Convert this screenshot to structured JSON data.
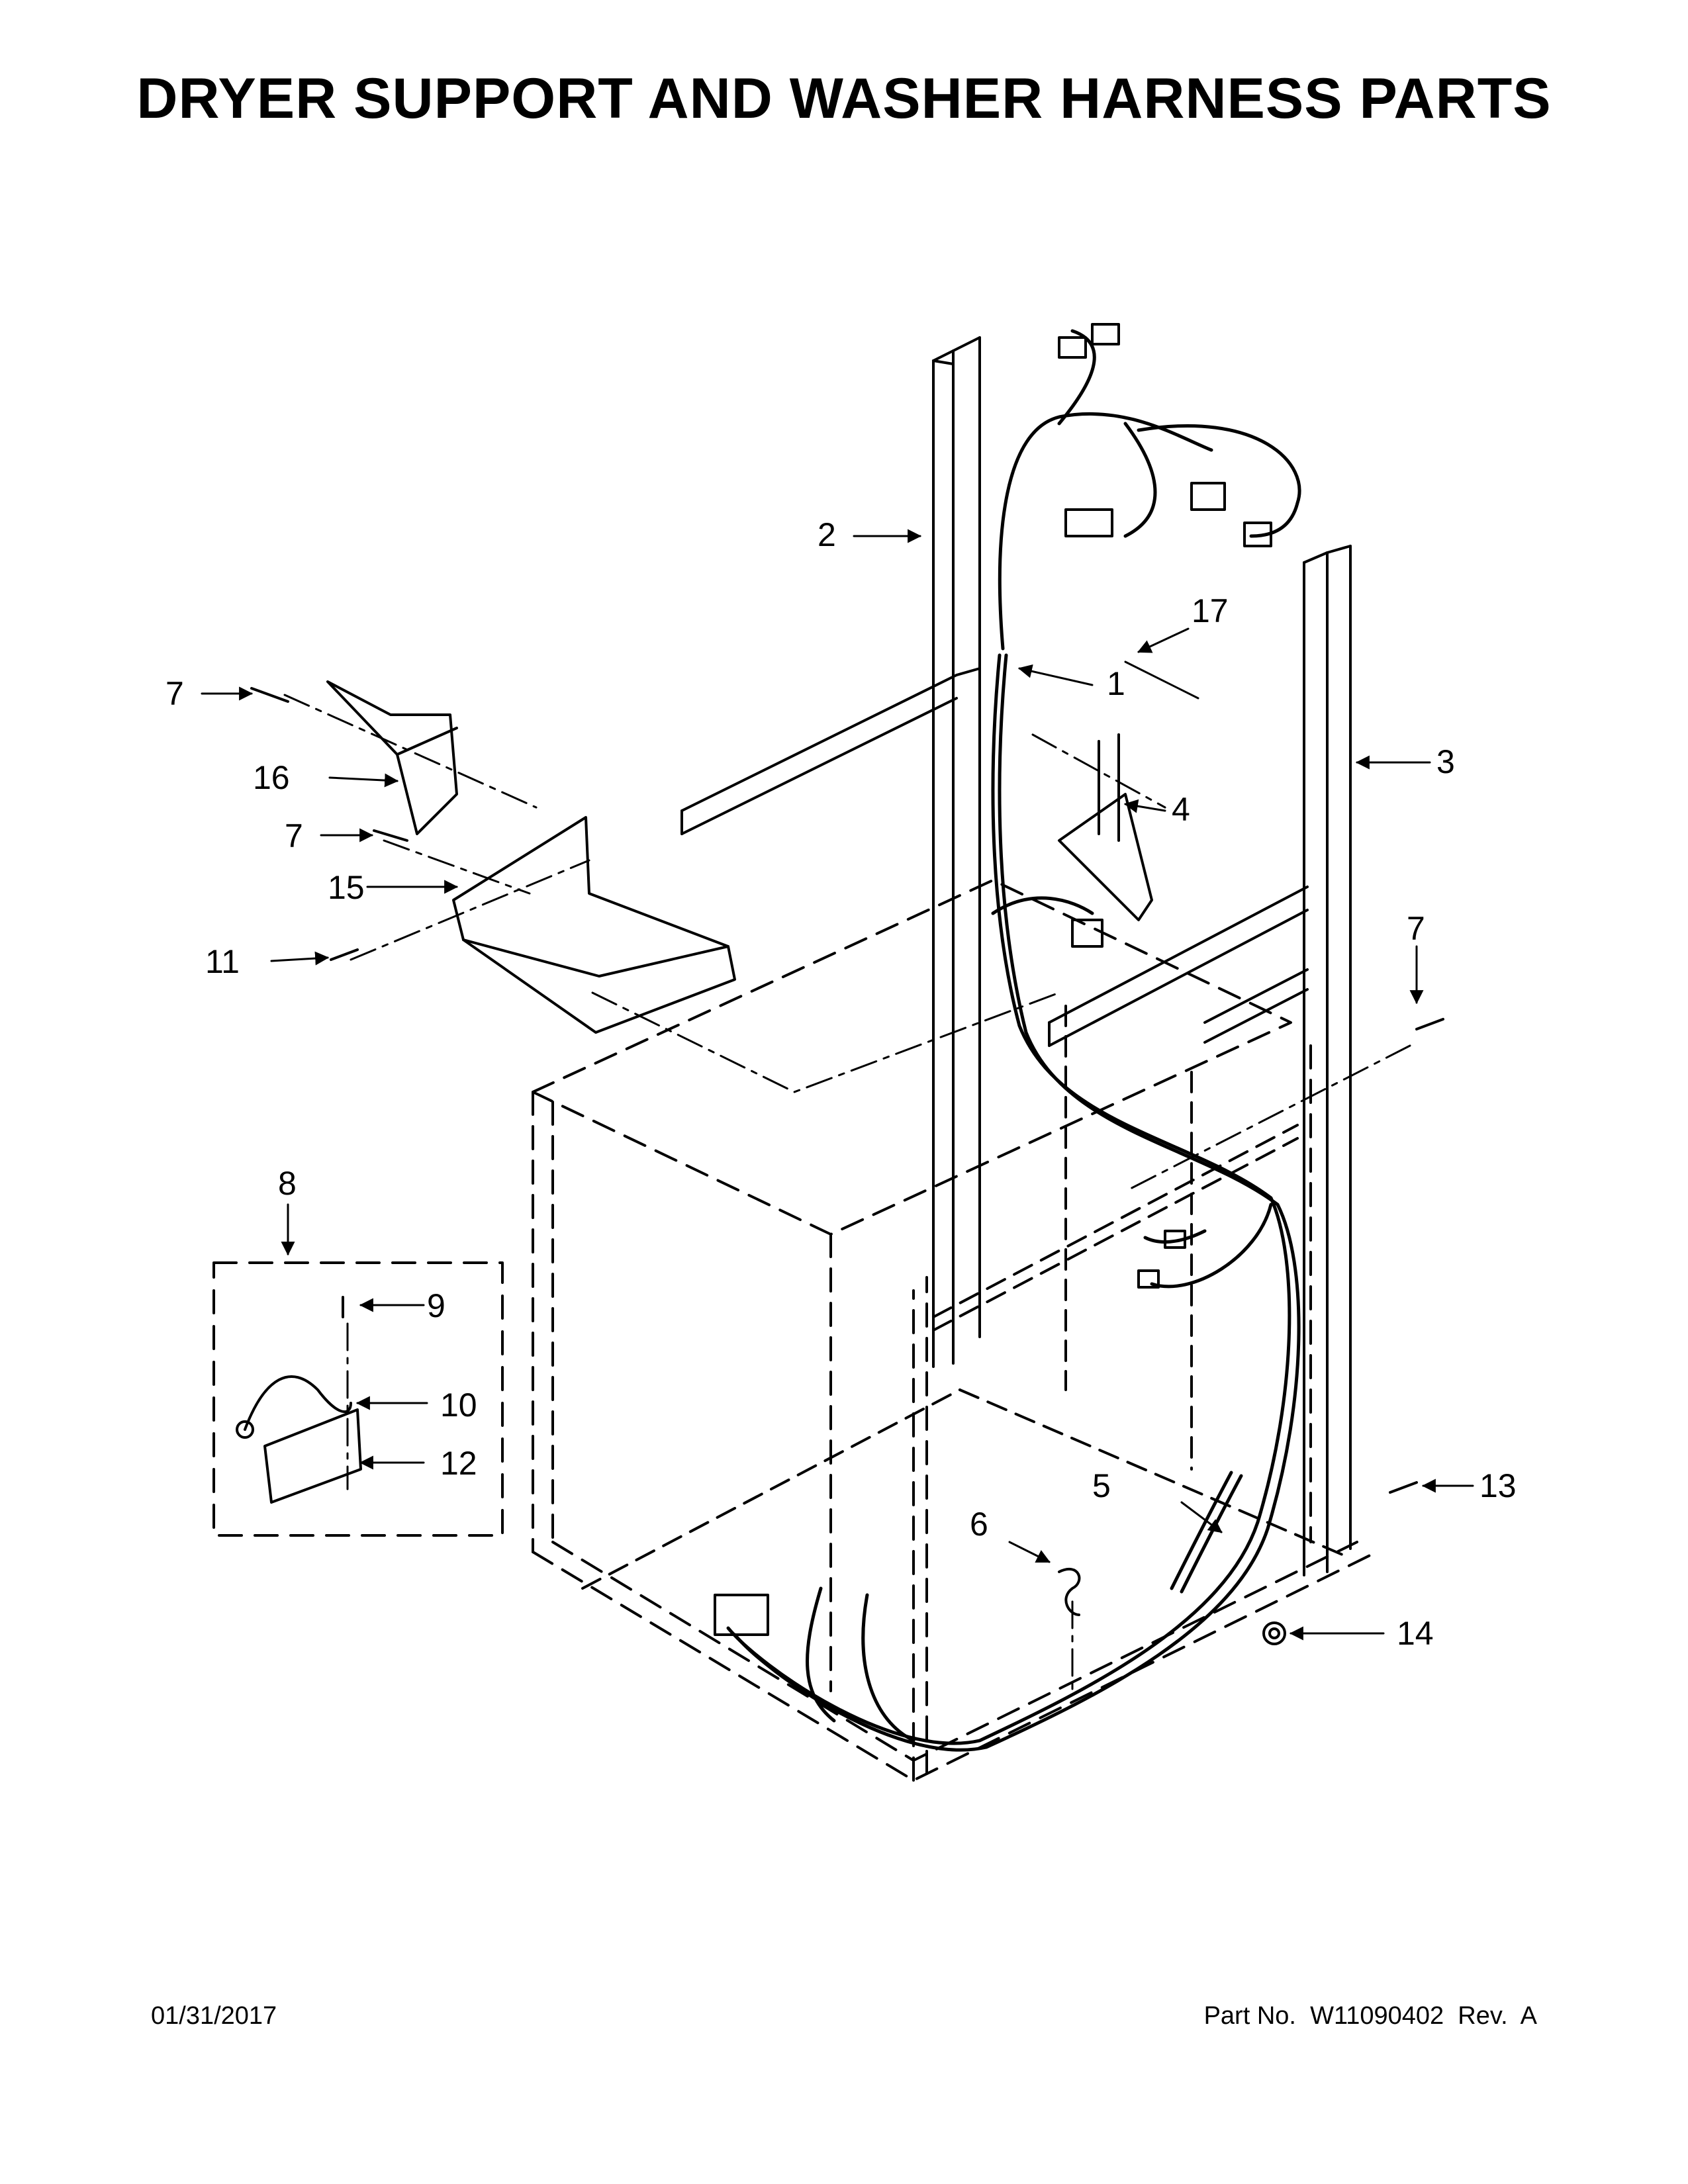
{
  "title": "DRYER SUPPORT AND WASHER HARNESS PARTS",
  "callouts": [
    "1",
    "2",
    "3",
    "4",
    "5",
    "6",
    "7",
    "8",
    "9",
    "10",
    "11",
    "12",
    "13",
    "14",
    "15",
    "16",
    "17"
  ],
  "footer": {
    "date": "01/31/2017",
    "part_number": "Part No.  W11090402  Rev.  A"
  }
}
